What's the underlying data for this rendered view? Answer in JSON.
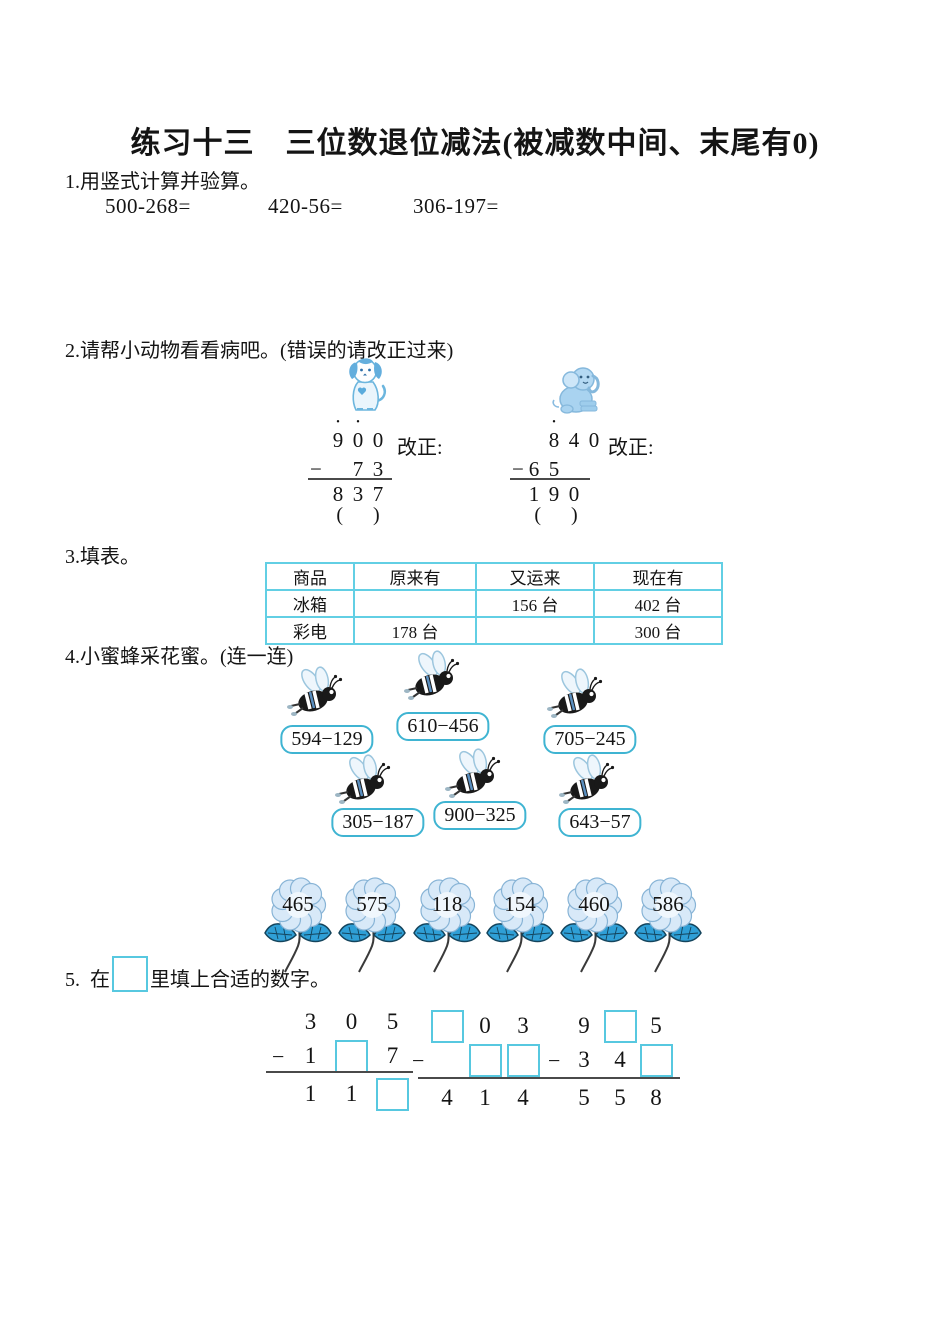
{
  "title": "练习十三　三位数退位减法(被减数中间、末尾有0)",
  "glyphs": {
    "minus": "−",
    "judge": "(      )"
  },
  "colors": {
    "accent_cyan": "#57c8e0",
    "table_border": "#62cfe4",
    "leaf_blue": "#2f9fd6",
    "animal_blue": "#a9d3f0"
  },
  "q1": {
    "label": "1.用竖式计算并验算。",
    "expressions": [
      "500-268=",
      "420-56=",
      "306-197="
    ]
  },
  "q2": {
    "label": "2.请帮小动物看看病吧。(错误的请改正过来)",
    "correct_label": "改正:",
    "calc_a": {
      "top": [
        "9",
        "0",
        "0"
      ],
      "sub": [
        "7",
        "3"
      ],
      "res": [
        "8",
        "3",
        "7"
      ],
      "dot_digits": [
        "9",
        "0"
      ]
    },
    "calc_b": {
      "top": [
        "8",
        "4",
        "0"
      ],
      "sub": [
        "6",
        "5"
      ],
      "res": [
        "1",
        "9",
        "0"
      ],
      "dot_digits": [
        "8"
      ]
    }
  },
  "q3": {
    "label": "3.填表。",
    "table": {
      "headers": [
        "商品",
        "原来有",
        "又运来",
        "现在有"
      ],
      "rows": [
        [
          "冰箱",
          "",
          "156 台",
          "402 台"
        ],
        [
          "彩电",
          "178 台",
          "",
          "300 台"
        ]
      ]
    }
  },
  "q4": {
    "label": "4.小蜜蜂采花蜜。(连一连)",
    "bee_labels": [
      "594−129",
      "610−456",
      "705−245",
      "305−187",
      "900−325",
      "643−57"
    ],
    "flower_values": [
      "465",
      "575",
      "118",
      "154",
      "460",
      "586"
    ]
  },
  "q5": {
    "label_prefix": "5.  在",
    "label_suffix": "里填上合适的数字。",
    "calc1": {
      "top": [
        "3",
        "0",
        "5"
      ],
      "sub": [
        "1",
        "7"
      ],
      "res": [
        "1",
        "1"
      ]
    },
    "calc2": {
      "top": [
        "0",
        "3"
      ],
      "res": [
        "4",
        "1",
        "4"
      ]
    },
    "calc3": {
      "top": [
        "9",
        "5"
      ],
      "sub": [
        "3",
        "4"
      ],
      "res": [
        "5",
        "5",
        "8"
      ]
    }
  }
}
